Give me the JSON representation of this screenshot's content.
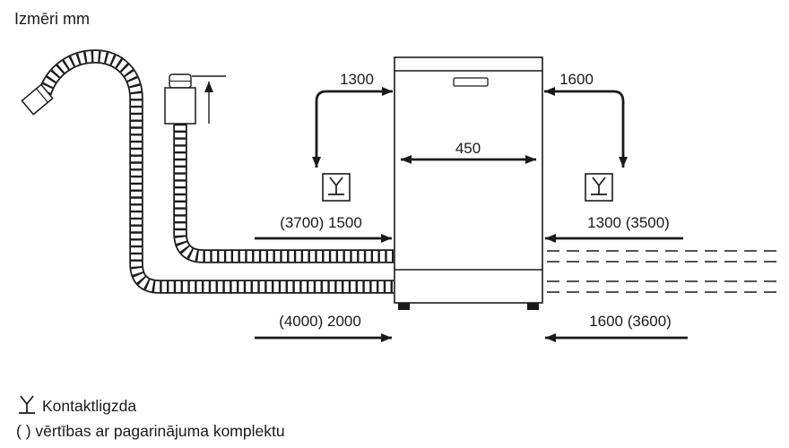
{
  "title": "Izmēri mm",
  "dimensions": {
    "socket_left": "1300",
    "socket_right": "1600",
    "width": "450",
    "inlet_left": "(3700) 1500",
    "inlet_right": "1300 (3500)",
    "drain_left": "(4000) 2000",
    "drain_right": "1600 (3600)"
  },
  "legend": {
    "socket": "Kontaktligzda",
    "note": "( ) vērtības ar pagarinājuma komplektu"
  },
  "icons": {
    "socket": "socket-icon (fork/plug symbol)"
  },
  "colors": {
    "line": "#1a1a1a",
    "background": "#ffffff"
  }
}
